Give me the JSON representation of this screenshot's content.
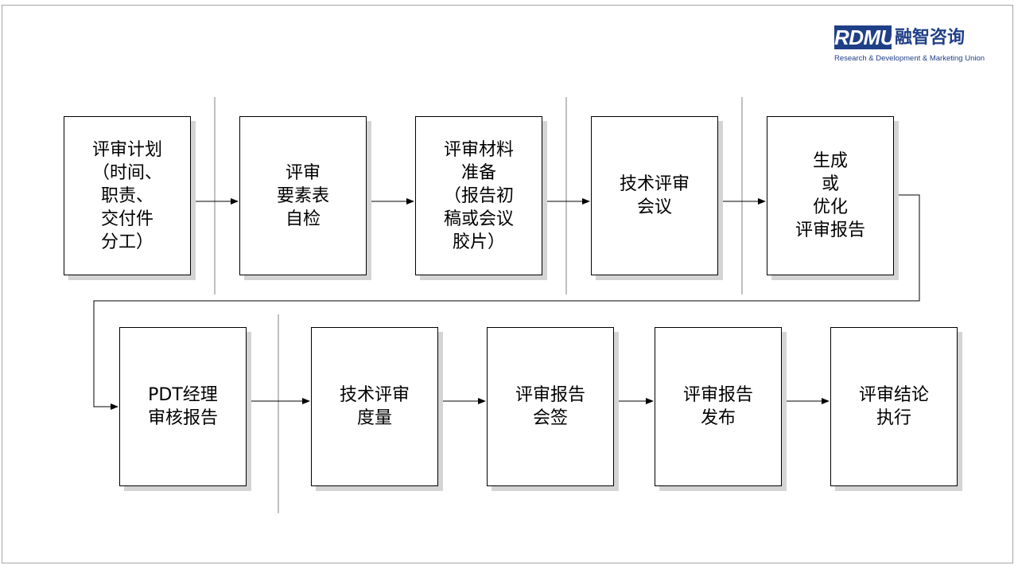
{
  "logo": {
    "abbr": "RDMU",
    "name_cn": "融智咨询",
    "subtitle": "Research & Development & Marketing Union"
  },
  "flow": {
    "row1": [
      {
        "label": "评审计划\n（时间、\n职责、\n交付件\n分工）"
      },
      {
        "label": "评审\n要素表\n自检"
      },
      {
        "label": "评审材料\n准备\n（报告初\n稿或会议\n胶片）"
      },
      {
        "label": "技术评审\n会议"
      },
      {
        "label": "生成\n或\n优化\n评审报告"
      }
    ],
    "row2": [
      {
        "label": "PDT经理\n审核报告"
      },
      {
        "label": "技术评审\n度量"
      },
      {
        "label": "评审报告\n会签"
      },
      {
        "label": "评审报告\n发布"
      },
      {
        "label": "评审结论\n执行"
      }
    ]
  }
}
